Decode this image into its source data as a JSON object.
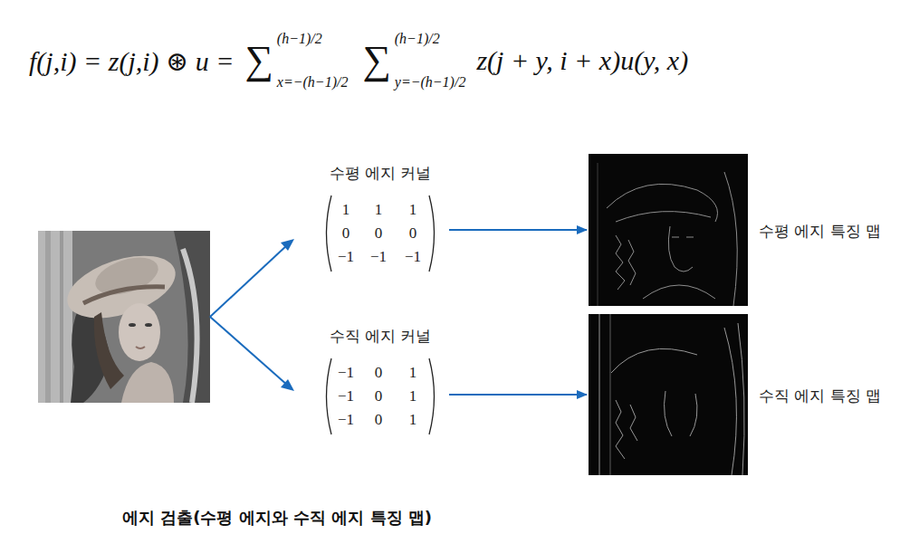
{
  "diagram": {
    "caption": "에지 검출(수평 에지와 수직 에지 특징 맵)",
    "nodes": [
      {
        "text": [
          "수평 에지 커널",
          "1",
          "1",
          "1",
          "0",
          "0",
          "0",
          "−1",
          "−1",
          "−1"
        ]
      },
      {
        "text": [
          "수평 에지 특징 맵"
        ]
      },
      {
        "text": [
          "수직 에지 커널",
          "−1",
          "0",
          "1",
          "−1",
          "0",
          "1",
          "−1",
          "0",
          "1"
        ]
      },
      {
        "text": [
          "수직 에지 특징 맵"
        ]
      }
    ],
    "edges": [
      {
        "from": 0,
        "to": 1,
        "arrow": "to"
      },
      {
        "from": 2,
        "to": 3,
        "arrow": "to"
      }
    ],
    "labels": [
      "f(j,i) = z(j,i) ⊛ u =",
      "∑",
      "(h−1)/2",
      "x=−(h−1)/2",
      "∑",
      "(h−1)/2",
      "y=−(h−1)/2",
      "z(j + y, i + x)u(y, x)"
    ]
  }
}
